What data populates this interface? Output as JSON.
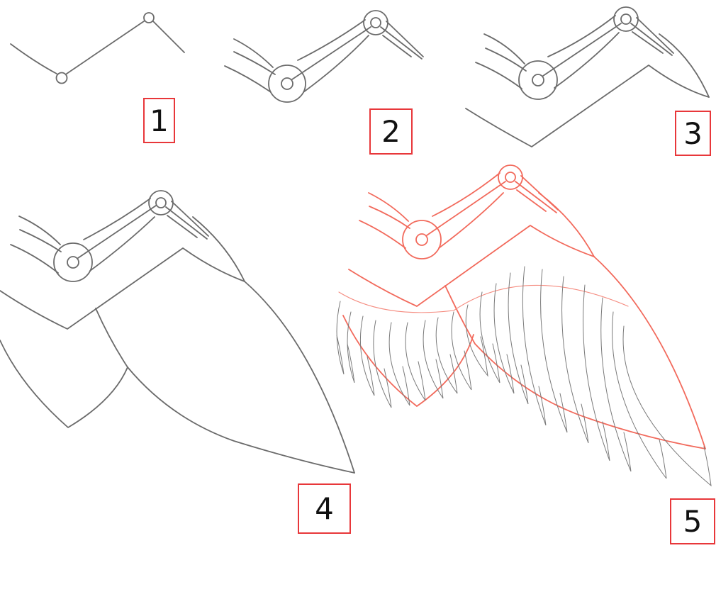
{
  "steps": [
    {
      "label": "1"
    },
    {
      "label": "2"
    },
    {
      "label": "3"
    },
    {
      "label": "4"
    },
    {
      "label": "5"
    }
  ],
  "colors": {
    "sketch": "#6b6b6b",
    "highlight": "#f26a5c",
    "box": "#e8373a"
  }
}
